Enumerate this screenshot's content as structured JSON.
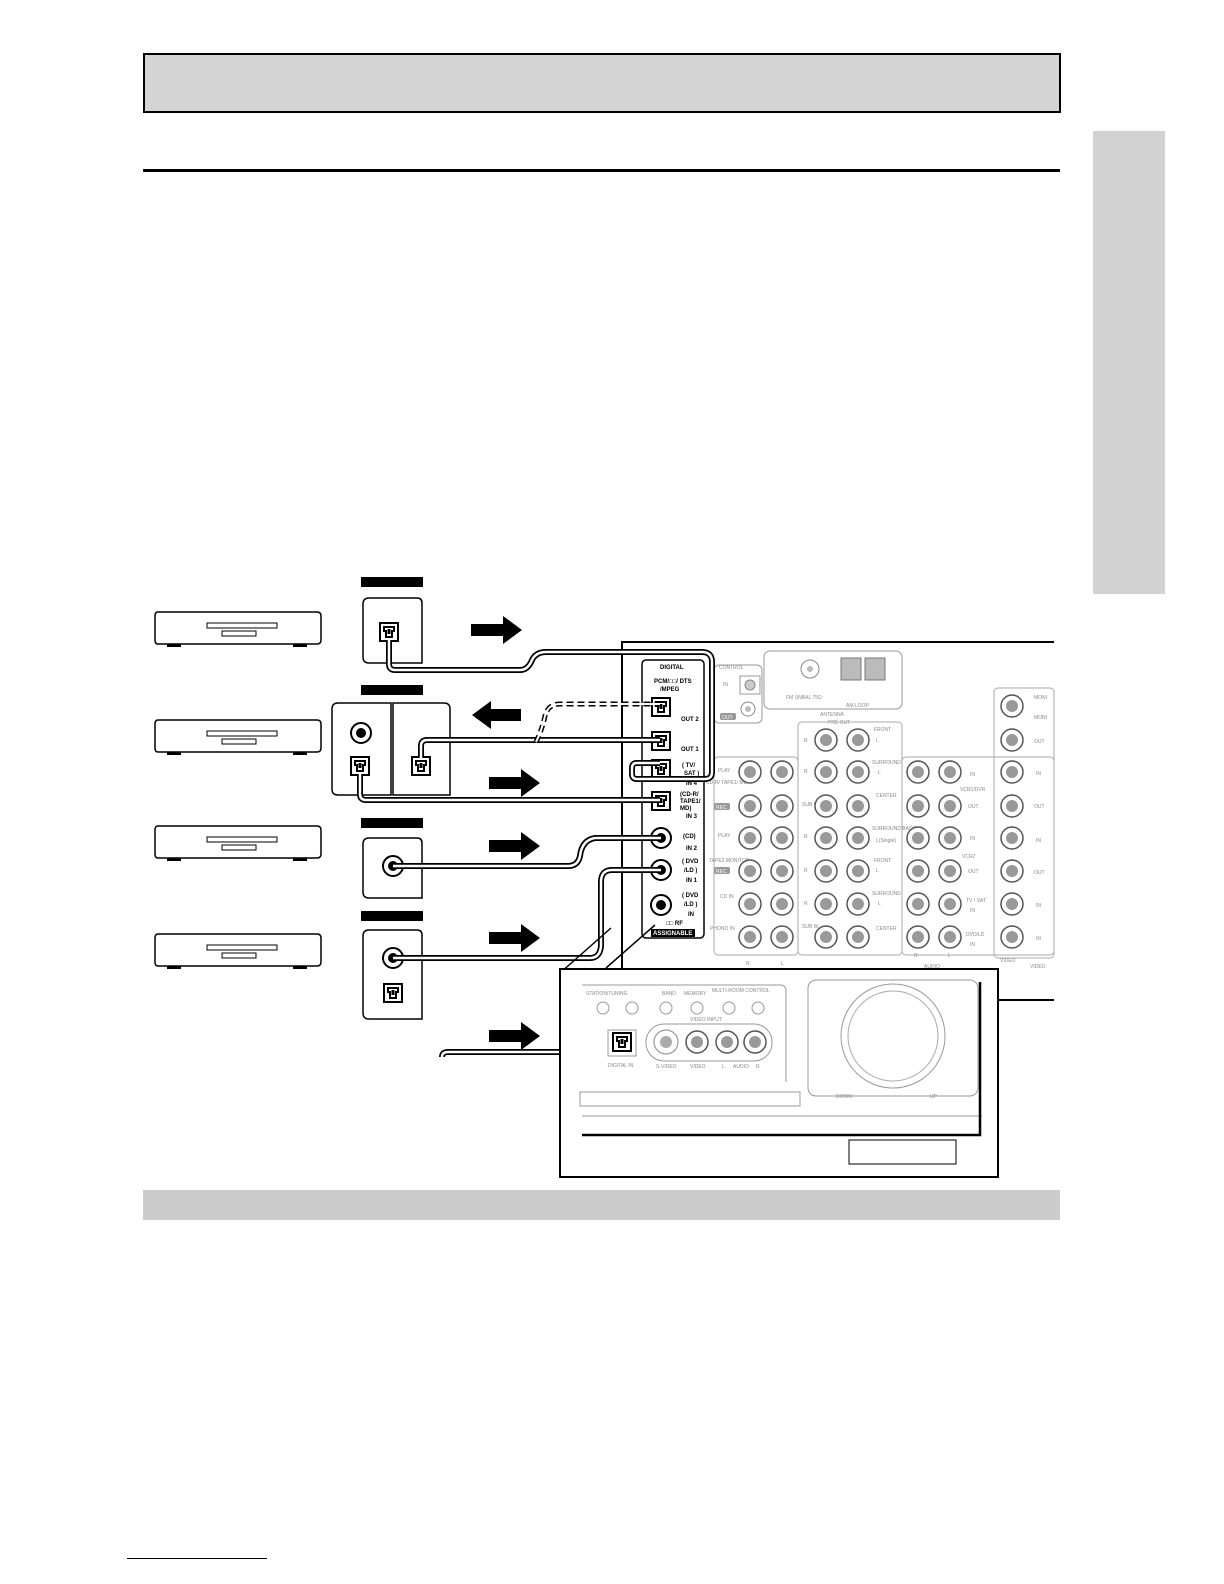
{
  "colors": {
    "title_bar_fill": "#d4d4d4",
    "side_tab_fill": "#d2d2d2",
    "bottom_bar_fill": "#cccccc",
    "jack_panel_labels": "#000000"
  },
  "digital_panel": {
    "header": "DIGITAL",
    "format": "PCM/□□/ DTS",
    "format2": "/MPEG",
    "out2": "OUT 2",
    "out1": "OUT 1",
    "in4_a": "( TV/",
    "in4_b": "SAT )",
    "in4_c": "IN 4",
    "in3_a": "(CD-R/",
    "in3_b": "TAPE1/",
    "in3_c": "MD)",
    "in3_d": "IN 3",
    "in2_a": "(CD)",
    "in2_b": "IN 2",
    "in1_a": "( DVD",
    "in1_b": "/LD )",
    "in1_c": "IN 1",
    "rf_a": "( DVD",
    "rf_b": "/LD )",
    "rf_c": "IN",
    "rf_d": "□□ RF",
    "assignable": "ASSIGNABLE"
  },
  "rear_panel": {
    "control": "CONTROL",
    "control_in": "IN",
    "control_out": "OUT",
    "fm": "FM UNBAL 75Ω",
    "am_loop": "AM LOOP",
    "antenna": "ANTENNA",
    "pre_out": "PRE OUT",
    "front": "FRONT",
    "surround": "SURROUND",
    "center": "CENTER",
    "surround_back": "SURROUND BACK",
    "surround_back_single": "L(Single)",
    "sub_w": "SUB W.",
    "play": "PLAY",
    "cdr_tape1_md": "CD-R/ TAPE1/ MD",
    "rec": "REC",
    "tape2_monitor": "TAPE2 MONITOR",
    "cd_in": "CD IN",
    "phono_in": "PHONO IN",
    "r": "R",
    "l": "L",
    "in": "IN",
    "out": "OUT",
    "vcr1_dvr": "VCR1/DVR",
    "vcr2": "VCR2",
    "tv_sat": "TV / SAT",
    "dvd_ld": "DVD/LD",
    "audio": "AUDIO",
    "video": "VIDEO",
    "monitor": "MONI"
  },
  "front_panel": {
    "station_mode": "STATION/TUNING",
    "band": "BAND",
    "memory": "MEMORY",
    "multi_room": "MULTI-ROOM CONTROL",
    "video_input": "VIDEO INPUT",
    "s_video": "S-VIDEO",
    "video": "VIDEO",
    "audio_l": "L",
    "audio": "AUDIO",
    "audio_r": "R",
    "digital_in": "DIGITAL IN",
    "down": "DOWN",
    "up": "UP"
  }
}
